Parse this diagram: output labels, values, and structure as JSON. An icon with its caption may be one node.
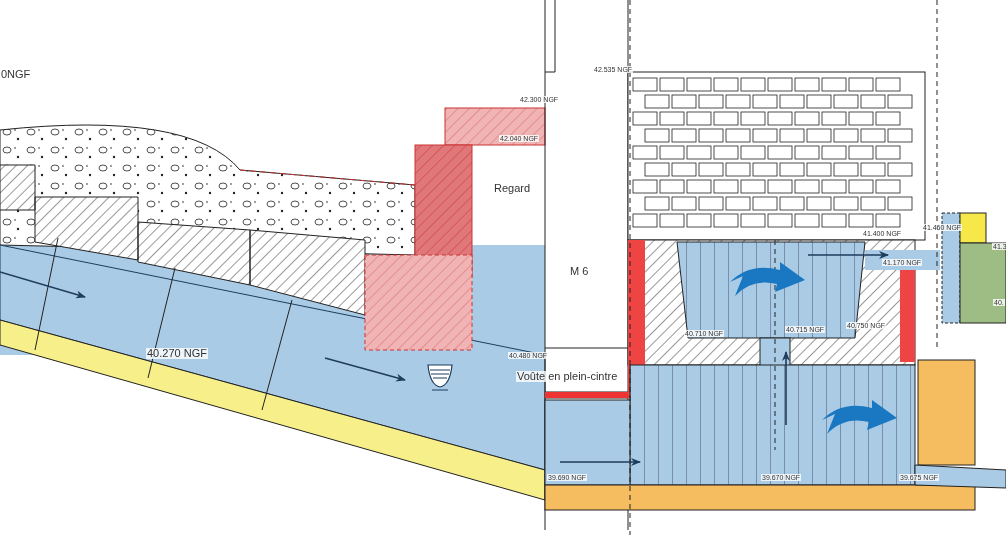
{
  "diagram": {
    "labels": [
      "42.535 NGF",
      "0NGF",
      "42.300 NGF",
      "42.040 NGF",
      "Regard",
      "41.460 NGF",
      "41.400 NGF",
      "41.3",
      "41.170 NGF",
      "M 6",
      "40.",
      "40.750 NGF",
      "40.715 NGF",
      "40.710 NGF",
      "40.270 NGF",
      "40.480 NGF",
      "Voûte en plein-cintre",
      "39.690 NGF",
      "39.670 NGF",
      "39.675 NGF"
    ]
  }
}
